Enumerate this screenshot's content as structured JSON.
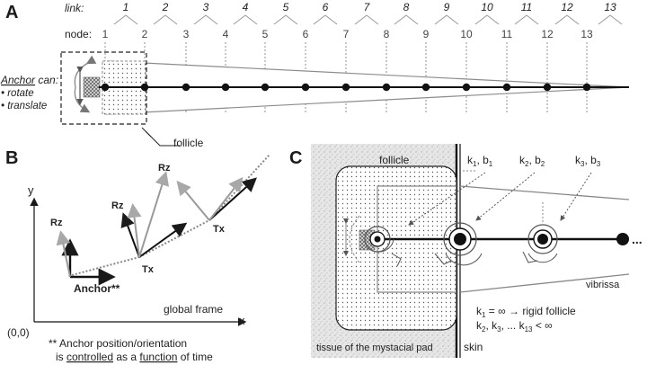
{
  "panel_a": {
    "letter": "A",
    "link_label": "link:",
    "node_label": "node:",
    "link_numbers": [
      "1",
      "2",
      "3",
      "4",
      "5",
      "6",
      "7",
      "8",
      "9",
      "10",
      "11",
      "12",
      "13"
    ],
    "node_numbers": [
      "1",
      "2",
      "3",
      "4",
      "5",
      "6",
      "7",
      "8",
      "9",
      "10",
      "11",
      "12",
      "13"
    ],
    "anchor_word": "Anchor",
    "anchor_can": " can:",
    "rotate": "• rotate",
    "translate": "• translate",
    "follicle": "follicle"
  },
  "panel_b": {
    "letter": "B",
    "y_axis": "y",
    "x_axis": "x",
    "origin": "(0,0)",
    "global_frame": "global frame",
    "anchor": "Anchor**",
    "rz": "Rz",
    "tx": "Tx",
    "footnote_line1": "** Anchor position/orientation",
    "footnote_is": "is ",
    "footnote_controlled": "controlled",
    "footnote_as_a": " as a ",
    "footnote_function": "function",
    "footnote_of_time": " of time"
  },
  "panel_c": {
    "letter": "C",
    "follicle": "follicle",
    "k1b1": "k1, b1",
    "k2b2": "k2, b2",
    "k3b3": "k3, b3",
    "vibrissa": "vibrissa",
    "k1_inf": "k1 = ∞ → rigid follicle",
    "k_rest": "k2, k3, ... k13 < ∞",
    "tissue": "tissue of the mystacial pad",
    "skin": "skin",
    "ellipsis": "..."
  },
  "colors": {
    "dark": "#1a1a1a",
    "mid_gray": "#8c8c8c",
    "light_gray": "#a8a8a8",
    "dotted_fill": "#f2f2f2"
  }
}
